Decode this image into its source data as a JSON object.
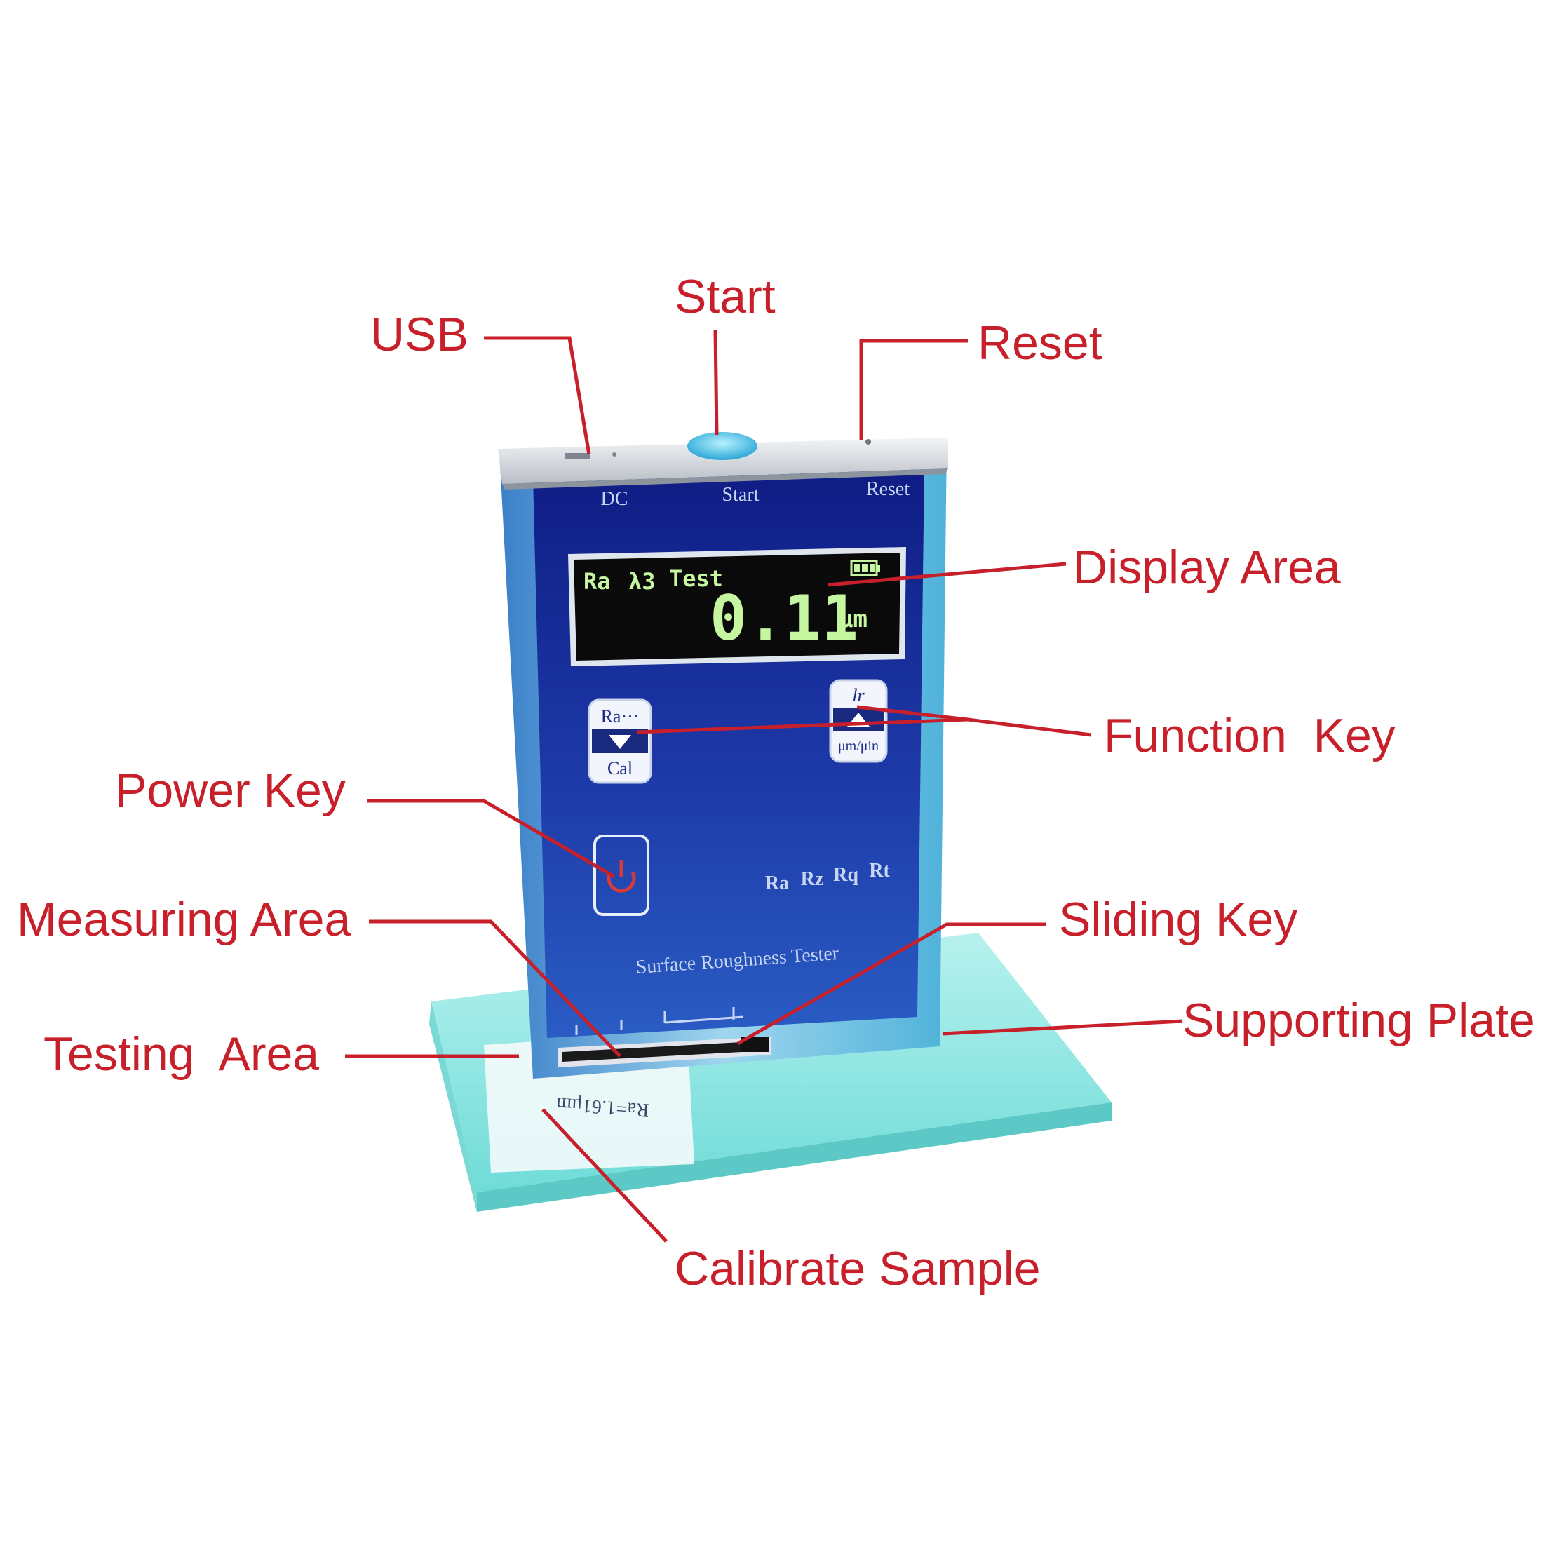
{
  "colors": {
    "callout": "#c8202a",
    "panel": "#13208c",
    "casing": "#bfe6f4",
    "plate": "#8fe6e4",
    "lcd": "#0a0a0a",
    "lcd_text": "#c6f7a0",
    "top_cap": "#d9dde2"
  },
  "callouts": {
    "usb": "USB",
    "start": "Start",
    "reset": "Reset",
    "display_area": "Display Area",
    "function_key": "Function  Key",
    "power_key": "Power Key",
    "measuring_area": "Measuring Area",
    "sliding_key": "Sliding Key",
    "testing_area": "Testing  Area",
    "supporting_plate": "Supporting Plate",
    "calibrate_sample": "Calibrate Sample"
  },
  "device": {
    "top_labels": {
      "dc": "DC",
      "start": "Start",
      "reset": "Reset"
    },
    "lcd": {
      "param": "Ra",
      "filter": "λ3",
      "mode": "Test",
      "value": "0.11",
      "unit": "μm"
    },
    "left_key": {
      "top": "Ra···",
      "bottom": "Cal"
    },
    "right_key": {
      "top": "lr",
      "bottom": "μm/μin"
    },
    "params": [
      "Ra",
      "Rz",
      "Rq",
      "Rt"
    ],
    "brand": "Surface Roughness Tester",
    "sample_label": "Ra=1.61μm",
    "icons": [
      "battery-icon",
      "down-arrow-icon",
      "up-arrow-icon",
      "power-icon",
      "usb-port-icon",
      "start-button-icon",
      "reset-hole-icon"
    ]
  }
}
